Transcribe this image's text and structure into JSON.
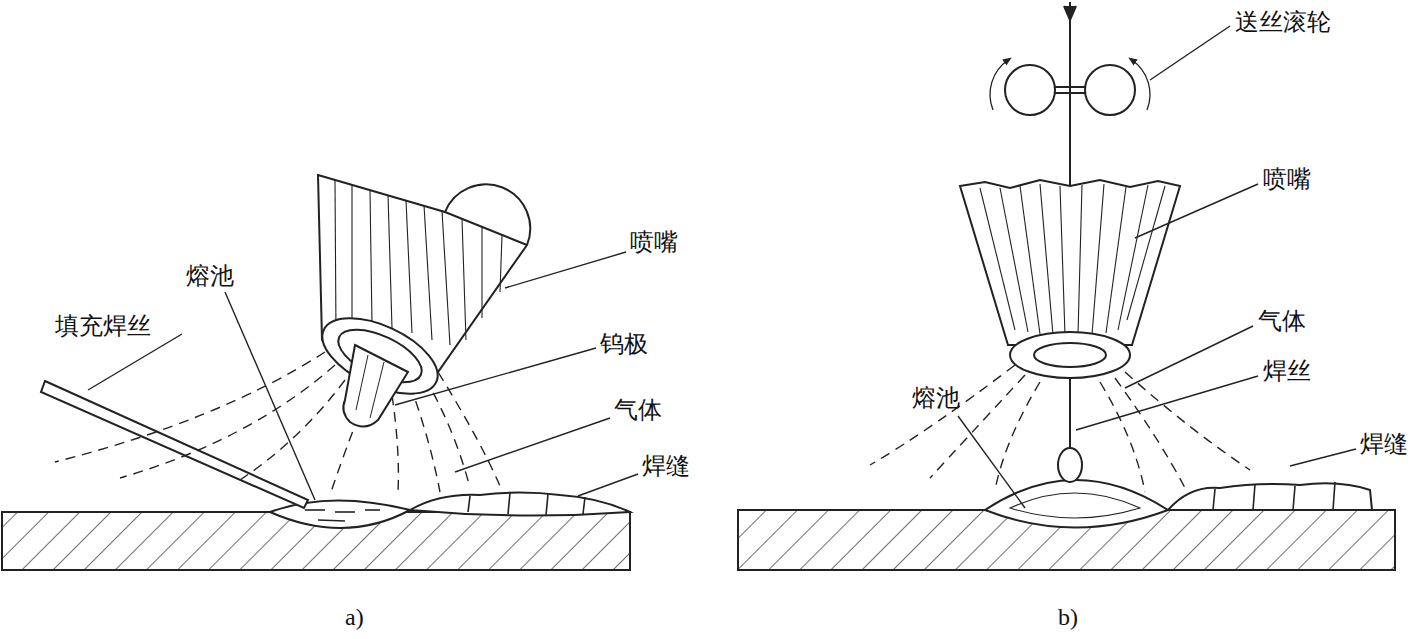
{
  "diagram": {
    "labels": [
      "熔池",
      "喷嘴",
      "填充焊丝",
      "钨极",
      "气体",
      "焊缝",
      "a)",
      "送丝滚轮",
      "喷嘴",
      "气体",
      "焊丝",
      "熔池",
      "焊缝",
      "b)"
    ]
  }
}
